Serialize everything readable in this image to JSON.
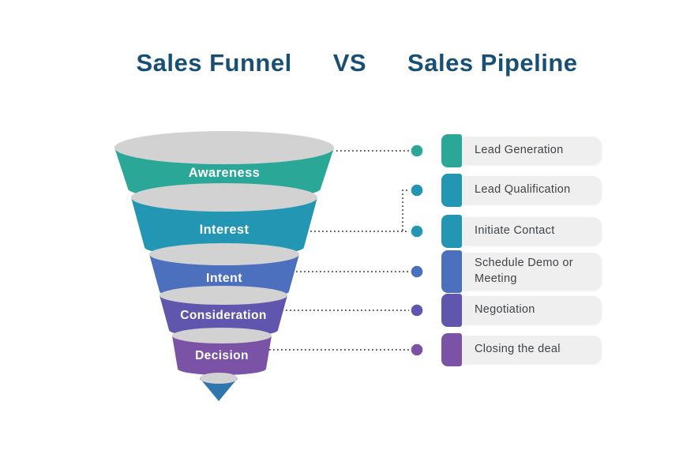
{
  "title": {
    "left": "Sales Funnel",
    "vs": "VS",
    "right": "Sales Pipeline"
  },
  "colors": {
    "title_text": "#174f75",
    "funnel_top_gray": "#d2d2d2",
    "connector": "#4a4a4a",
    "pill_bg": "#efefef",
    "pill_text": "#3f4449",
    "funnel_tip": "#2e76ac"
  },
  "funnel": {
    "stages": [
      {
        "label": "Awareness",
        "color": "#2aa796"
      },
      {
        "label": "Interest",
        "color": "#2296b3"
      },
      {
        "label": "Intent",
        "color": "#4c70bd"
      },
      {
        "label": "Consideration",
        "color": "#6156ae"
      },
      {
        "label": "Decision",
        "color": "#7b53a6"
      }
    ]
  },
  "pipeline": {
    "items": [
      {
        "label": "Lead Generation",
        "color": "#2aa796"
      },
      {
        "label": "Lead Qualification",
        "color": "#2296b3"
      },
      {
        "label": "Initiate Contact",
        "color": "#2296b3"
      },
      {
        "label": "Schedule Demo or Meeting",
        "color": "#4c70bd"
      },
      {
        "label": "Negotiation",
        "color": "#6156ae"
      },
      {
        "label": "Closing the deal",
        "color": "#7b53a6"
      }
    ]
  }
}
